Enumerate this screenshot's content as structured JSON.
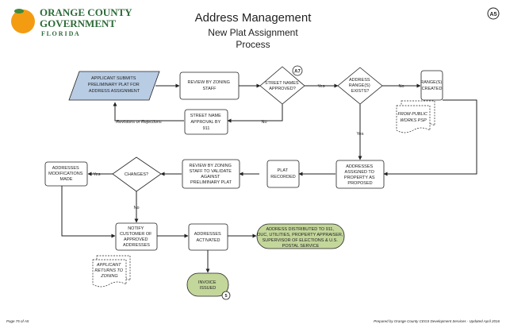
{
  "header": {
    "logo_line1": "ORANGE COUNTY",
    "logo_line2": "GOVERNMENT",
    "logo_line3": "F L O R I D A",
    "title": "Address Management",
    "subtitle_line1": "New Plat Assignment",
    "subtitle_line2": "Process",
    "page_ref": "A5"
  },
  "nodes": {
    "applicant": [
      "APPLICANT SUBMITS",
      "PRELIMINARY PLAT FOR",
      "ADDRESS ASSIGNMENT"
    ],
    "review_zoning": [
      "REVIEW BY ZONING",
      "STAFF"
    ],
    "street_names_q": [
      "STREET NAMES",
      "APPROVED?"
    ],
    "street_names_ref": "A7",
    "address_range_q": [
      "ADDRESS",
      "RANGE(S)",
      "EXISTS?"
    ],
    "ranges_created": [
      "RANGE(S)",
      "CREATED"
    ],
    "from_public_works": [
      "FROM PUBLIC",
      "WORKS PSP"
    ],
    "street_name_911": [
      "STREET NAME",
      "APPROVAL BY",
      "911"
    ],
    "addresses_assigned": [
      "ADDRESSES",
      "ASSIGNED TO",
      "PROPERTY AS",
      "PROPOSED"
    ],
    "plat_recorded": [
      "PLAT",
      "RECORDED"
    ],
    "review_validate": [
      "REVIEW BY ZONING",
      "STAFF TO VALIDATE",
      "AGAINST",
      "PRELIMINARY PLAT"
    ],
    "changes_q": [
      "CHANGES?"
    ],
    "address_mods": [
      "ADDRESSES",
      "MODIFICATIONS",
      "MADE"
    ],
    "notify_customer": [
      "NOTIFY",
      "CUSTOMER OF",
      "APPROVED",
      "ADDRESSES"
    ],
    "addresses_activated": [
      "ADDRESSES",
      "ACTIVATED"
    ],
    "distributed": [
      "ADDRESS DISTRIBUTED TO 911,",
      "OUC, UTILITIES, PROPERTY APPRAISER,",
      "SUPERVISOR OF ELECTIONS & U.S.",
      "POSTAL SERVICE"
    ],
    "applicant_returns": [
      "APPLICANT",
      "RETURNS TO",
      "ZONING"
    ],
    "invoice": [
      "INVOICE",
      "ISSUED"
    ],
    "invoice_ref": "5"
  },
  "edge_labels": {
    "yes1": "Yes",
    "no1": "No",
    "no_street": "No",
    "revisions": "Revisions or Rejections",
    "yes_range": "Yes",
    "yes_changes": "Yes",
    "no_changes": "No"
  },
  "footer": {
    "left": "Page 75 of A5",
    "right": "Prepared by Orange County CEGS Development Services - Updated April 2016"
  },
  "colors": {
    "parallelogram_fill": "#b8cce4",
    "terminal_fill": "#c4d79b",
    "accent_orange": "#f39c12",
    "logo_green": "#2e6b3a"
  }
}
